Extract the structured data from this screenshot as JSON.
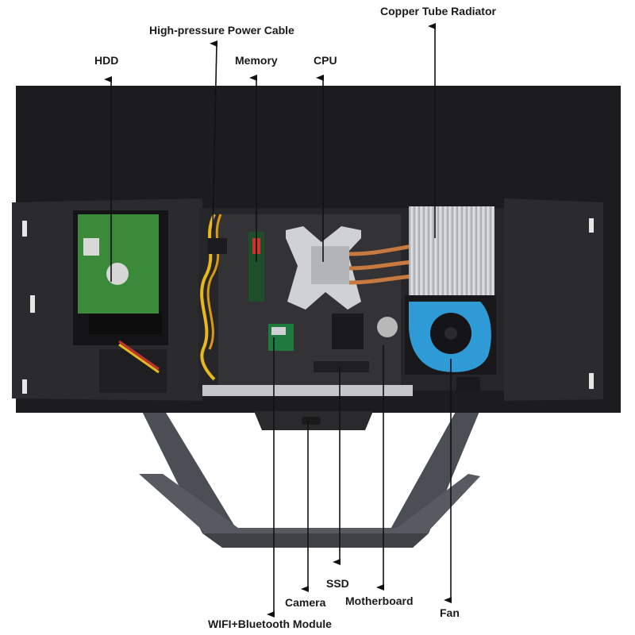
{
  "labels": {
    "hdd": "HDD",
    "power_cable": "High-pressure Power Cable",
    "memory": "Memory",
    "cpu": "CPU",
    "radiator": "Copper Tube Radiator",
    "camera": "Camera",
    "ssd": "SSD",
    "motherboard": "Motherboard",
    "fan": "Fan",
    "wifi": "WIFI+Bluetooth Module"
  },
  "colors": {
    "chassis": "#1c1c1e",
    "side_panel": "#2a2a2c",
    "stand": "#4b4f55",
    "hdd_pcb": "#3a8a3a",
    "board": "#2b2b2b",
    "heatsink": "#c9cbcf",
    "fan_blue": "#2f9bd6",
    "cable_yellow": "#e8b81c",
    "arrow": "#111111"
  }
}
